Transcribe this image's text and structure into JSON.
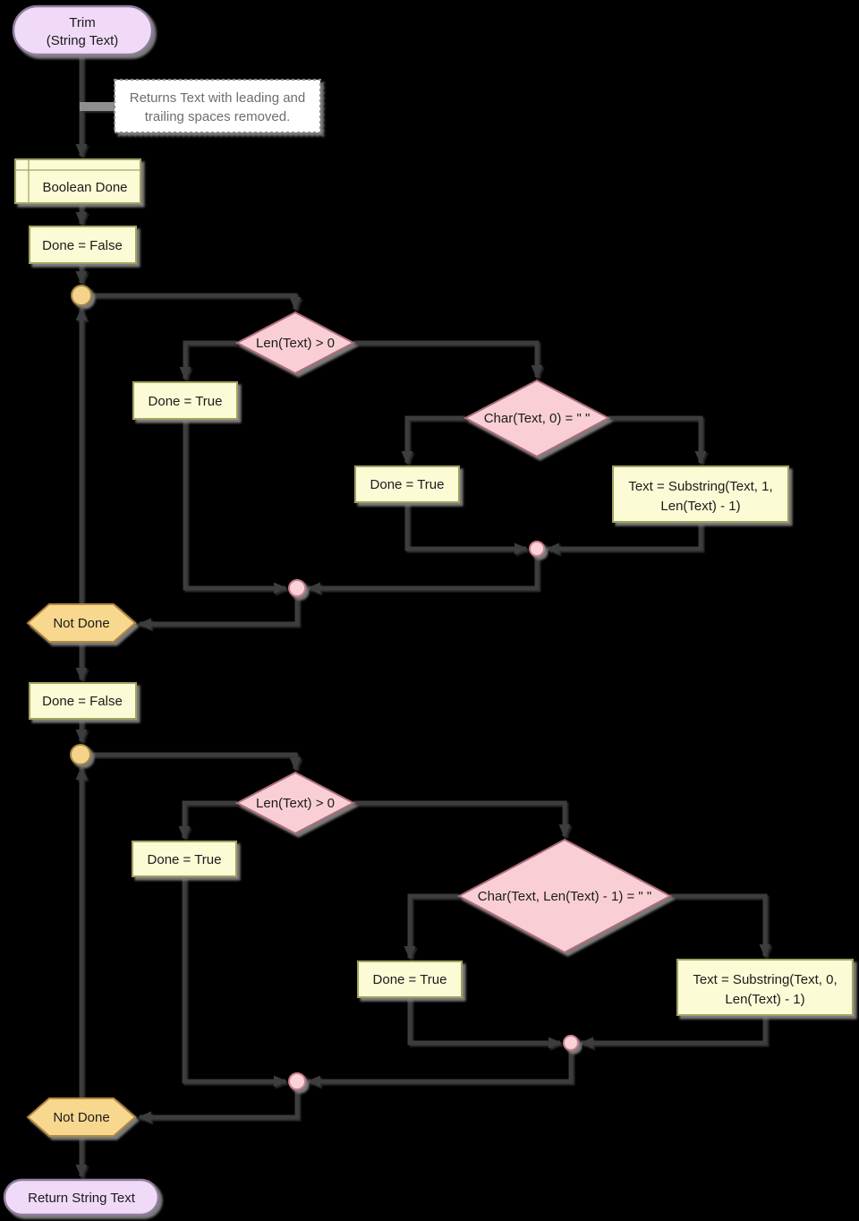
{
  "colors": {
    "background": "#000000",
    "connector": "#3c3c3c",
    "terminator_fill": "#f1daf8",
    "terminator_border": "#8e7d9c",
    "process_fill": "#fbfbd6",
    "process_border": "#a2a25e",
    "decision_fill": "#f9cfd5",
    "decision_border": "#ad6d7a",
    "loop_fill": "#f8d88f",
    "loop_border": "#b1883f",
    "loop_connector_fill": "#f4d38a",
    "loop_connector_border": "#a58742",
    "merge_fill": "#fbd2d8",
    "merge_border": "#c9808d",
    "comment_border": "#8a8a8a",
    "comment_text": "#6e6e6e",
    "comment_stub": "#8f8f8f",
    "text": "#1a1a1a"
  },
  "nodes": {
    "start": {
      "lines": [
        "Trim",
        "(String Text)"
      ]
    },
    "comment": {
      "lines": [
        "Returns Text with leading and",
        "trailing spaces removed."
      ]
    },
    "declare_done": {
      "label": "Boolean Done"
    },
    "done_false_1": {
      "label": "Done = False"
    },
    "if_len_1": {
      "label": "Len(Text) > 0"
    },
    "done_true_1": {
      "label": "Done = True"
    },
    "if_char_first": {
      "label": "Char(Text, 0) = \" \""
    },
    "done_true_2": {
      "label": "Done = True"
    },
    "substr_leading": {
      "lines": [
        "Text = Substring(Text, 1,",
        "Len(Text) - 1)"
      ]
    },
    "while_1": {
      "label": "Not Done"
    },
    "done_false_2": {
      "label": "Done = False"
    },
    "if_len_2": {
      "label": "Len(Text) > 0"
    },
    "done_true_3": {
      "label": "Done = True"
    },
    "if_char_last": {
      "label": "Char(Text, Len(Text) - 1) = \" \""
    },
    "done_true_4": {
      "label": "Done = True"
    },
    "substr_trailing": {
      "lines": [
        "Text = Substring(Text, 0,",
        "Len(Text) - 1)"
      ]
    },
    "while_2": {
      "label": "Not Done"
    },
    "end": {
      "label": "Return String Text"
    }
  }
}
